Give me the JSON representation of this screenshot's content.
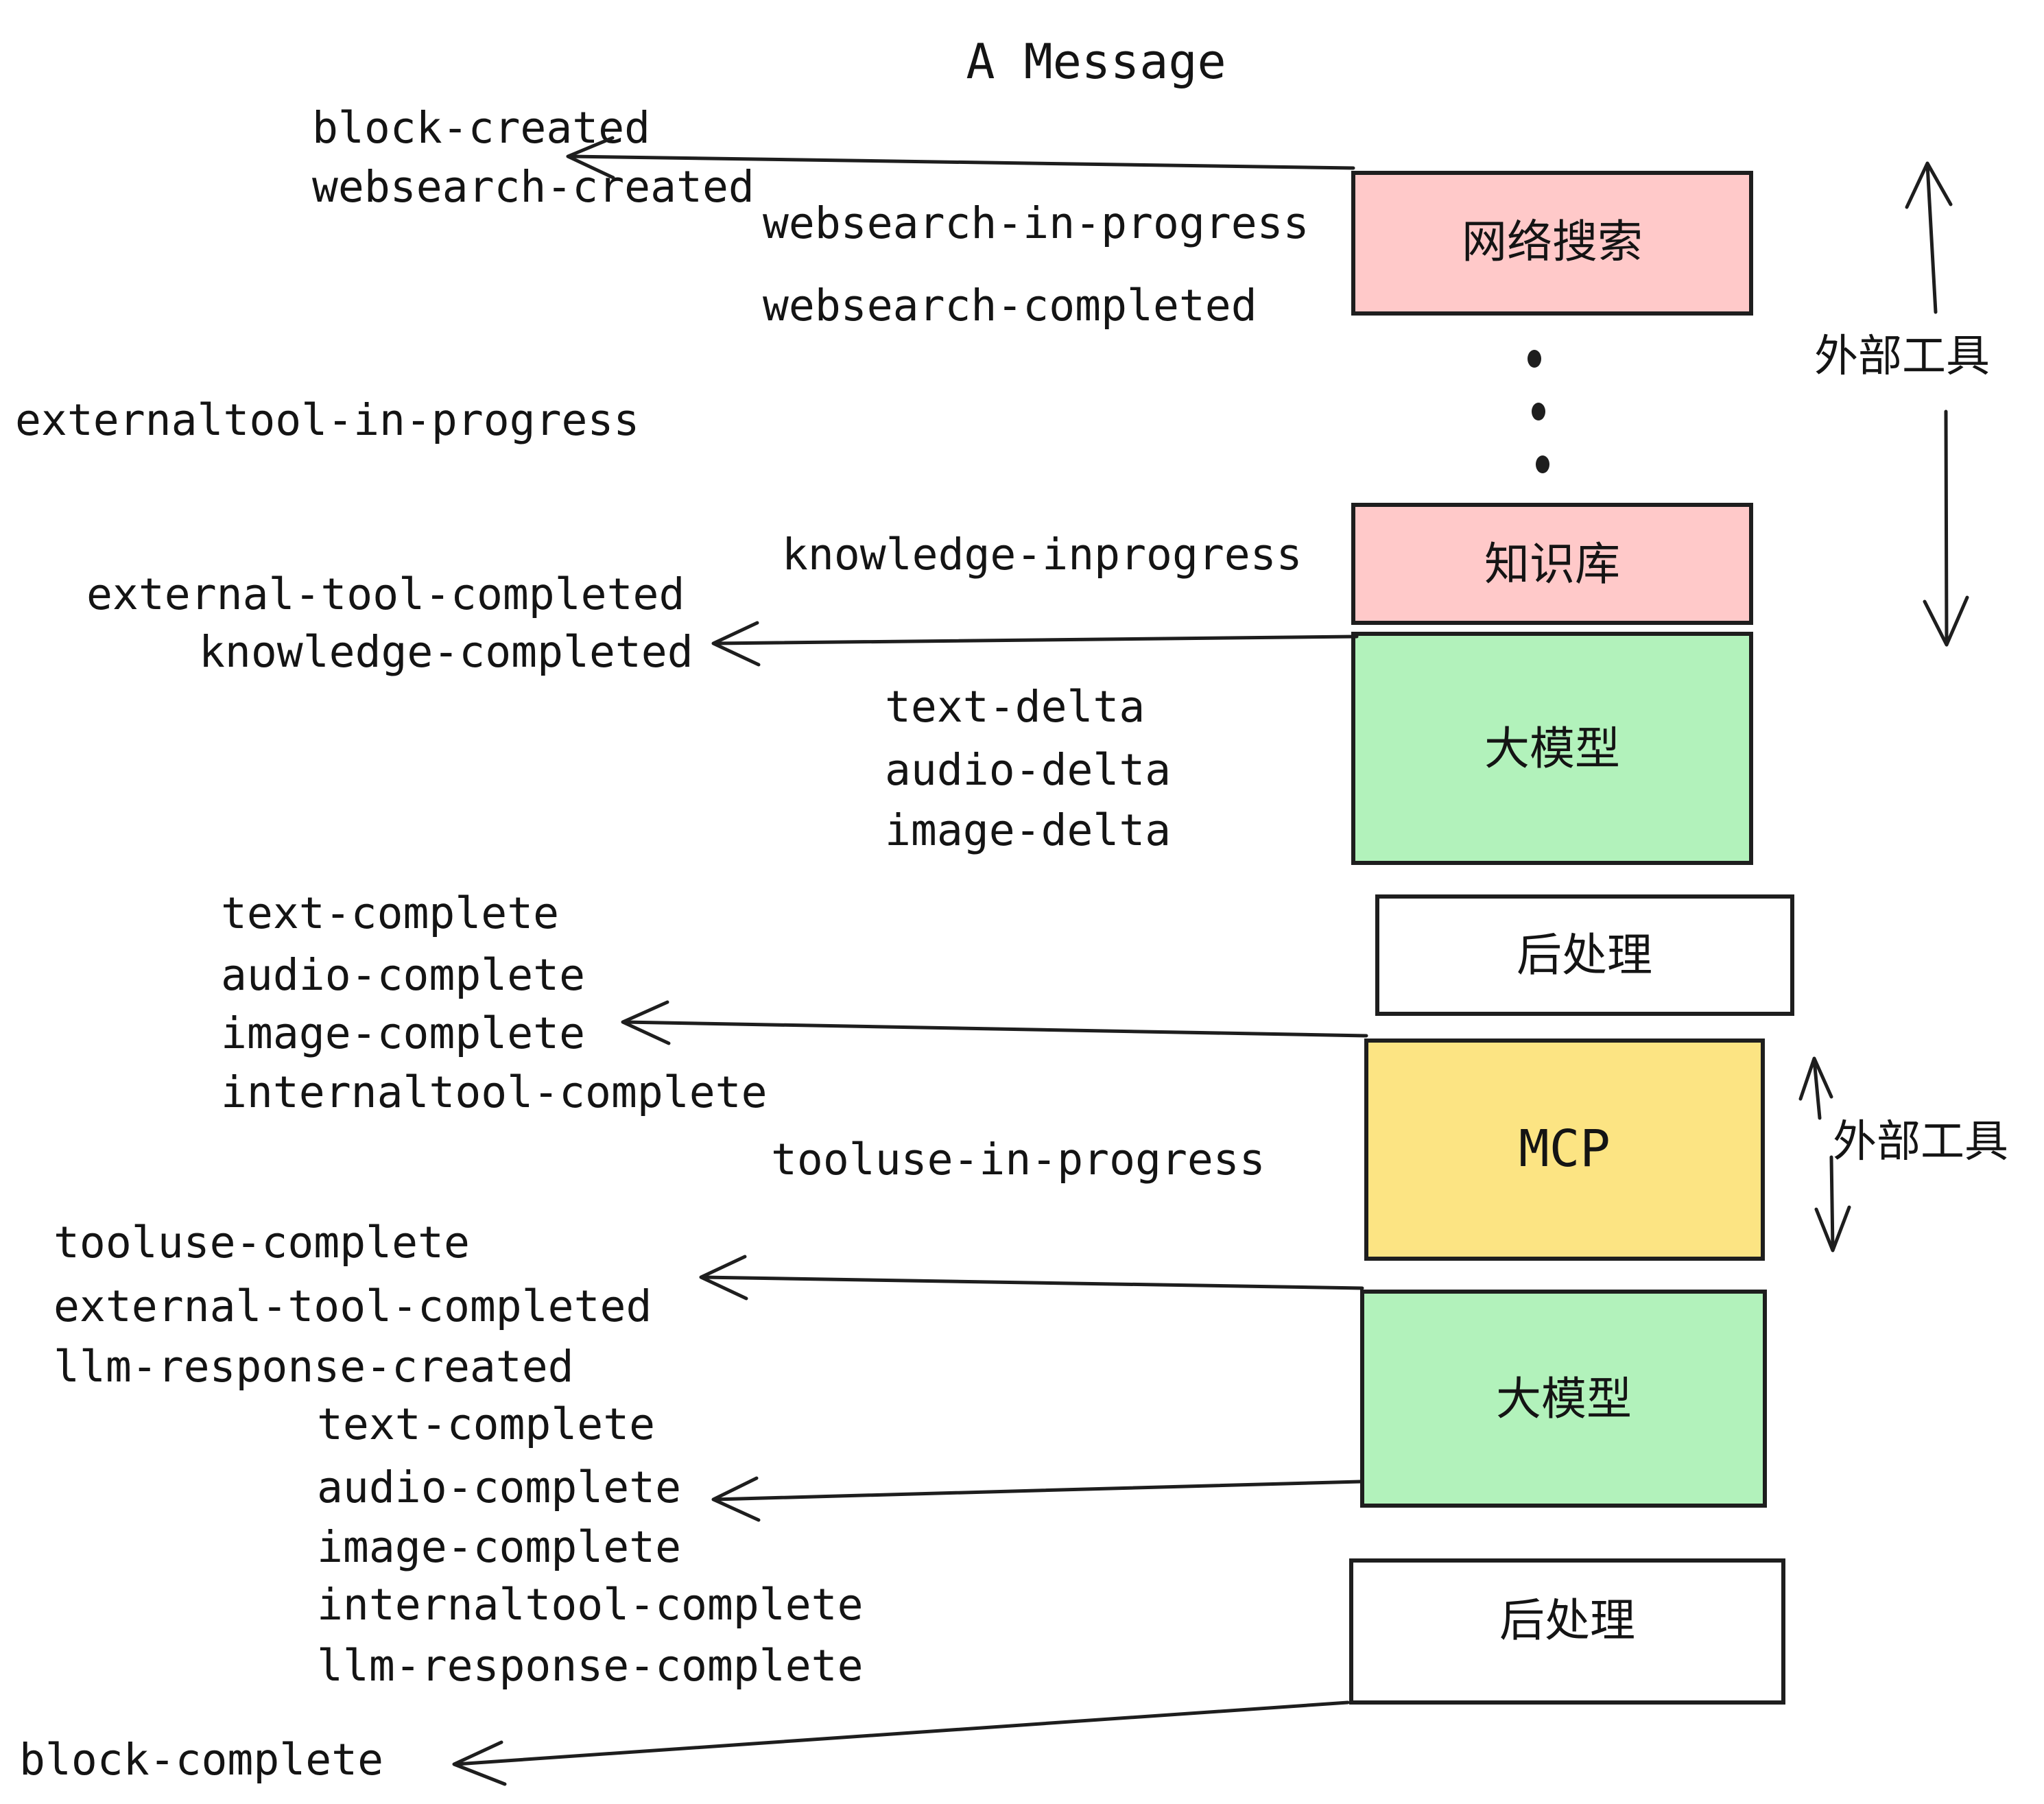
{
  "title": "A Message",
  "labels": {
    "l01": "block-created",
    "l02": "websearch-created",
    "l03": "websearch-in-progress",
    "l04": "websearch-completed",
    "l05": "externaltool-in-progress",
    "l06": "knowledge-inprogress",
    "l07": "external-tool-completed",
    "l08": "knowledge-completed",
    "l09": "text-delta",
    "l10": "audio-delta",
    "l11": "image-delta",
    "l12": "text-complete",
    "l13": "audio-complete",
    "l14": "image-complete",
    "l15": "internaltool-complete",
    "l16": "tooluse-in-progress",
    "l17": "tooluse-complete",
    "l18": "external-tool-completed",
    "l19": "llm-response-created",
    "l20": "text-complete",
    "l21": "audio-complete",
    "l22": "image-complete",
    "l23": "internaltool-complete",
    "l24": "llm-response-complete",
    "l25": "block-complete"
  },
  "boxes": {
    "websearch": {
      "label": "网络搜索",
      "color": "#ffc9c9"
    },
    "knowledge": {
      "label": "知识库",
      "color": "#ffc9c9"
    },
    "llm1": {
      "label": "大模型",
      "color": "#b2f2bb"
    },
    "post1": {
      "label": "后处理",
      "color": "#ffffff"
    },
    "mcp": {
      "label": "MCP",
      "color": "#fce483"
    },
    "llm2": {
      "label": "大模型",
      "color": "#b2f2bb"
    },
    "post2": {
      "label": "后处理",
      "color": "#ffffff"
    }
  },
  "annotations": {
    "external_tools_top": "外部工具",
    "external_tools_bottom": "外部工具"
  },
  "colors": {
    "pink": "#ffc9c9",
    "green": "#b2f2bb",
    "yellow": "#fce483",
    "white": "#ffffff",
    "stroke": "#1e1e1e",
    "background": "#ffffff"
  }
}
